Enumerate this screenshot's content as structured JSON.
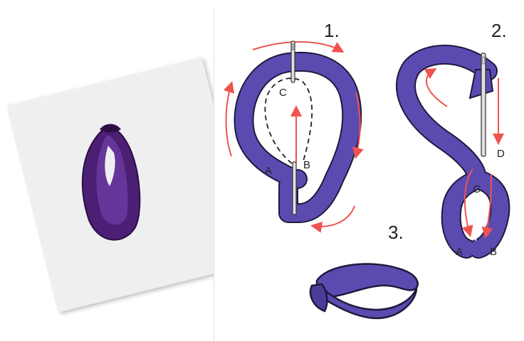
{
  "steps": {
    "step1": "1.",
    "step2": "2.",
    "step3": "3."
  },
  "points": {
    "a1": "A",
    "b1": "B",
    "c1": "C",
    "a2": "A",
    "b2": "B",
    "c2": "C",
    "d2": "D"
  },
  "colors": {
    "ribbon": "#5b4bb0",
    "ribbon_outline": "#1e1a3e",
    "arrow": "#ef5350",
    "photo_ribbon": "#4b1f73",
    "photo_background": "#efeff0"
  },
  "icons": {
    "needle": "needle-icon",
    "ribbon_photo": "ribbon-rose-photo"
  }
}
